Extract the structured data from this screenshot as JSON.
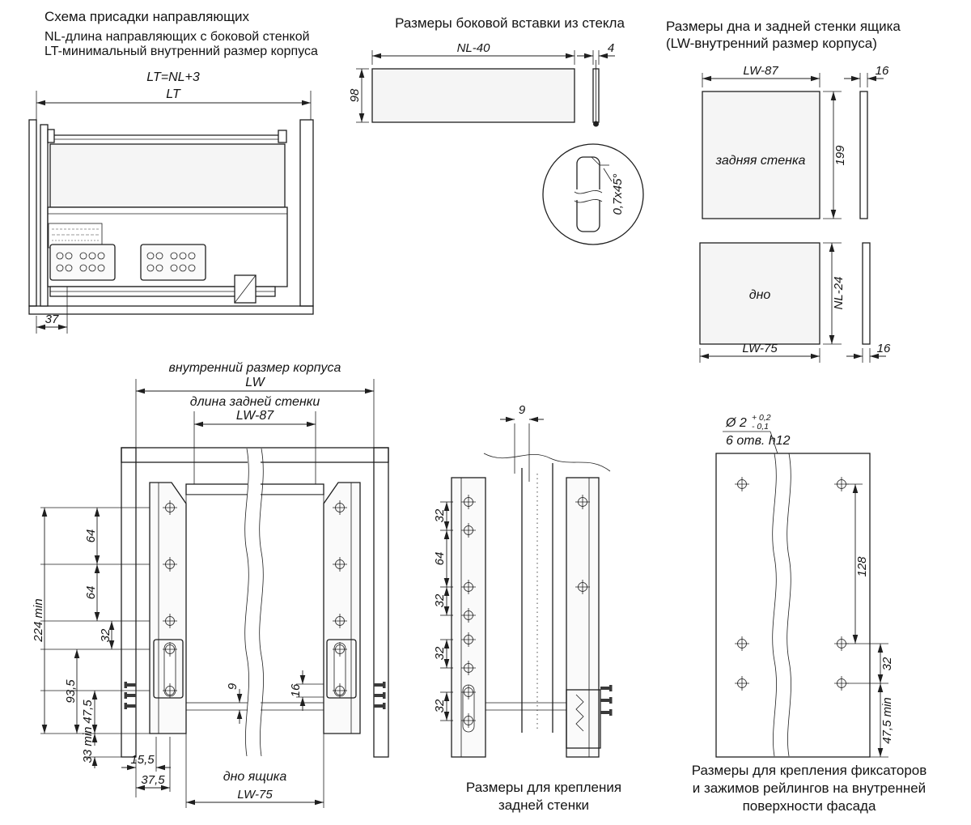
{
  "colors": {
    "line": "#1f1f1f",
    "panel_fill": "#f5f5f5",
    "hatch_fill": "#ececec"
  },
  "scheme": {
    "title": "Схема присадки направляющих",
    "note_nl": "NL-длина направляющих с боковой стенкой",
    "note_lt": "LT-минимальный внутренний размер корпуса",
    "formula": "LT=NL+3",
    "dim_lt": "LT",
    "dim_front_offset": "37"
  },
  "glass": {
    "title": "Размеры боковой вставки из стекла",
    "dim_length": "NL-40",
    "dim_height": "98",
    "dim_thickness": "4",
    "chamfer": "0,7x45°"
  },
  "panels": {
    "title_line1": "Размеры дна и задней стенки ящика",
    "title_line2": "(LW-внутренний размер корпуса)",
    "back_label": "задняя стенка",
    "back_width": "LW-87",
    "back_height": "199",
    "back_thickness": "16",
    "bottom_label": "дно",
    "bottom_width": "LW-75",
    "bottom_length": "NL-24",
    "bottom_thickness": "16"
  },
  "drilling": {
    "label_inner": "внутренний размер корпуса",
    "dim_lw": "LW",
    "label_back": "длина задней стенки",
    "dim_back": "LW-87",
    "dim_64a": "64",
    "dim_64b": "64",
    "dim_32": "32",
    "dim_depth_min": "224 min",
    "dim_935": "93,5",
    "dim_475": "47,5",
    "dim_33min": "33 min",
    "dim_155": "15,5",
    "dim_375": "37,5",
    "label_bottom": "дно ящика",
    "dim_bottom": "LW-75",
    "dim_9": "9",
    "dim_16": "16"
  },
  "backwall": {
    "dim_9": "9",
    "dim_32a": "32",
    "dim_64": "64",
    "dim_32b": "32",
    "dim_32c": "32",
    "dim_32d": "32",
    "caption_line1": "Размеры для крепления",
    "caption_line2": "задней стенки"
  },
  "facade": {
    "dia": "Ø 2",
    "tol_plus": "+ 0,2",
    "tol_minus": "- 0,1",
    "holes_note": "6 отв. h12",
    "dim_128": "128",
    "dim_32": "32",
    "dim_475min": "47,5 min",
    "caption_line1": "Размеры для крепления фиксаторов",
    "caption_line2": "и зажимов рейлингов на внутренней",
    "caption_line3": "поверхности фасада"
  }
}
